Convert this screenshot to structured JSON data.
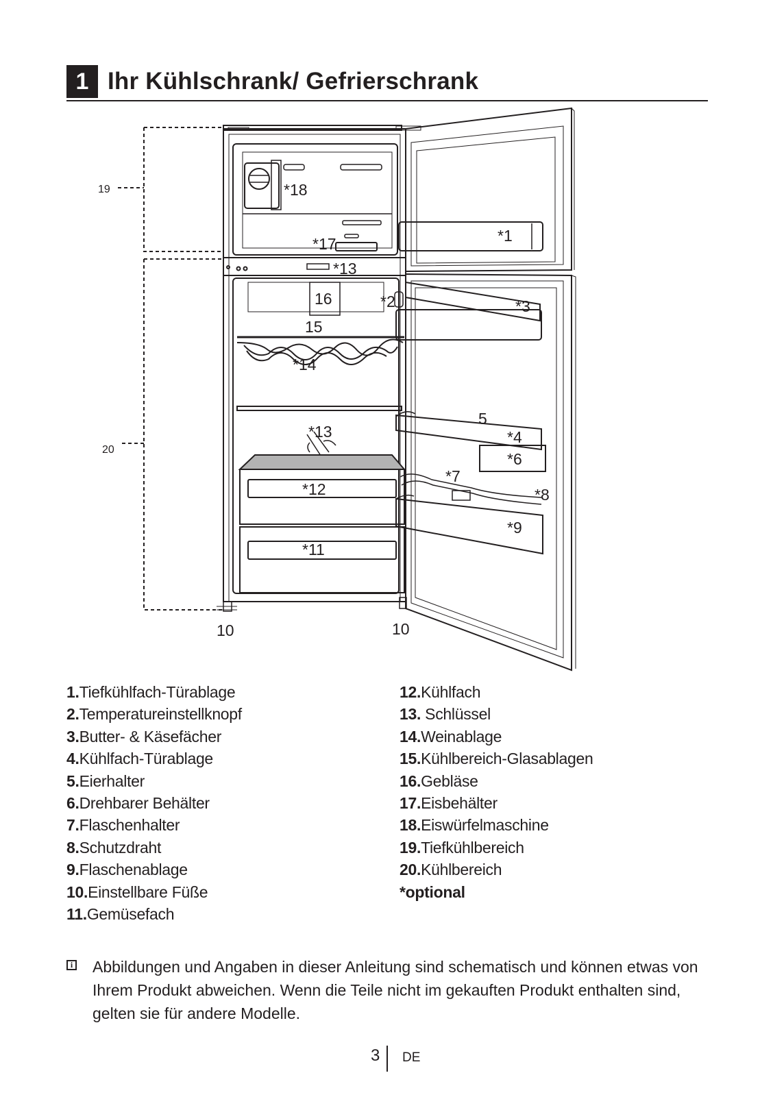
{
  "header": {
    "chapter_number": "1",
    "title": "Ihr Kühlschrank/ Gefrierschrank"
  },
  "diagram": {
    "callouts": {
      "c1": "*1",
      "c2": "*2",
      "c3": "*3",
      "c4": "*4",
      "c5": "5",
      "c6": "*6",
      "c7": "*7",
      "c8": "*8",
      "c9": "*9",
      "c10a": "10",
      "c10b": "10",
      "c11": "*11",
      "c12": "*12",
      "c13a": "*13",
      "c13b": "*13",
      "c14": "*14",
      "c15": "15",
      "c16": "16",
      "c17": "*17",
      "c18": "*18",
      "c19": "19",
      "c20": "20"
    }
  },
  "parts_left": [
    {
      "num": "1.",
      "label": "Tiefkühlfach-Türablage"
    },
    {
      "num": "2.",
      "label": "Temperatureinstellknopf"
    },
    {
      "num": "3.",
      "label": "Butter- & Käsefächer"
    },
    {
      "num": "4.",
      "label": "Kühlfach-Türablage"
    },
    {
      "num": "5.",
      "label": "Eierhalter"
    },
    {
      "num": "6.",
      "label": "Drehbarer Behälter"
    },
    {
      "num": "7.",
      "label": "Flaschenhalter"
    },
    {
      "num": "8.",
      "label": "Schutzdraht"
    },
    {
      "num": "9.",
      "label": "Flaschenablage"
    },
    {
      "num": "10.",
      "label": "Einstellbare Füße"
    },
    {
      "num": "11.",
      "label": "Gemüsefach"
    }
  ],
  "parts_right": [
    {
      "num": "12.",
      "label": "Kühlfach"
    },
    {
      "num": "13.",
      "label": " Schlüssel"
    },
    {
      "num": "14.",
      "label": "Weinablage"
    },
    {
      "num": "15.",
      "label": "Kühlbereich-Glasablagen"
    },
    {
      "num": "16.",
      "label": "Gebläse"
    },
    {
      "num": "17.",
      "label": "Eisbehälter"
    },
    {
      "num": "18.",
      "label": "Eiswürfelmaschine"
    },
    {
      "num": "19.",
      "label": "Tiefkühlbereich"
    },
    {
      "num": "20.",
      "label": "Kühlbereich"
    }
  ],
  "optional_label": "*optional",
  "note": {
    "icon": "info-icon",
    "icon_glyph": "i",
    "text": "Abbildungen und Angaben in dieser Anleitung sind schematisch und können etwas von Ihrem Produkt abweichen. Wenn die Teile nicht im gekauften Produkt enthalten sind, gelten sie für andere Modelle."
  },
  "footer": {
    "page_number": "3",
    "language": "DE"
  }
}
